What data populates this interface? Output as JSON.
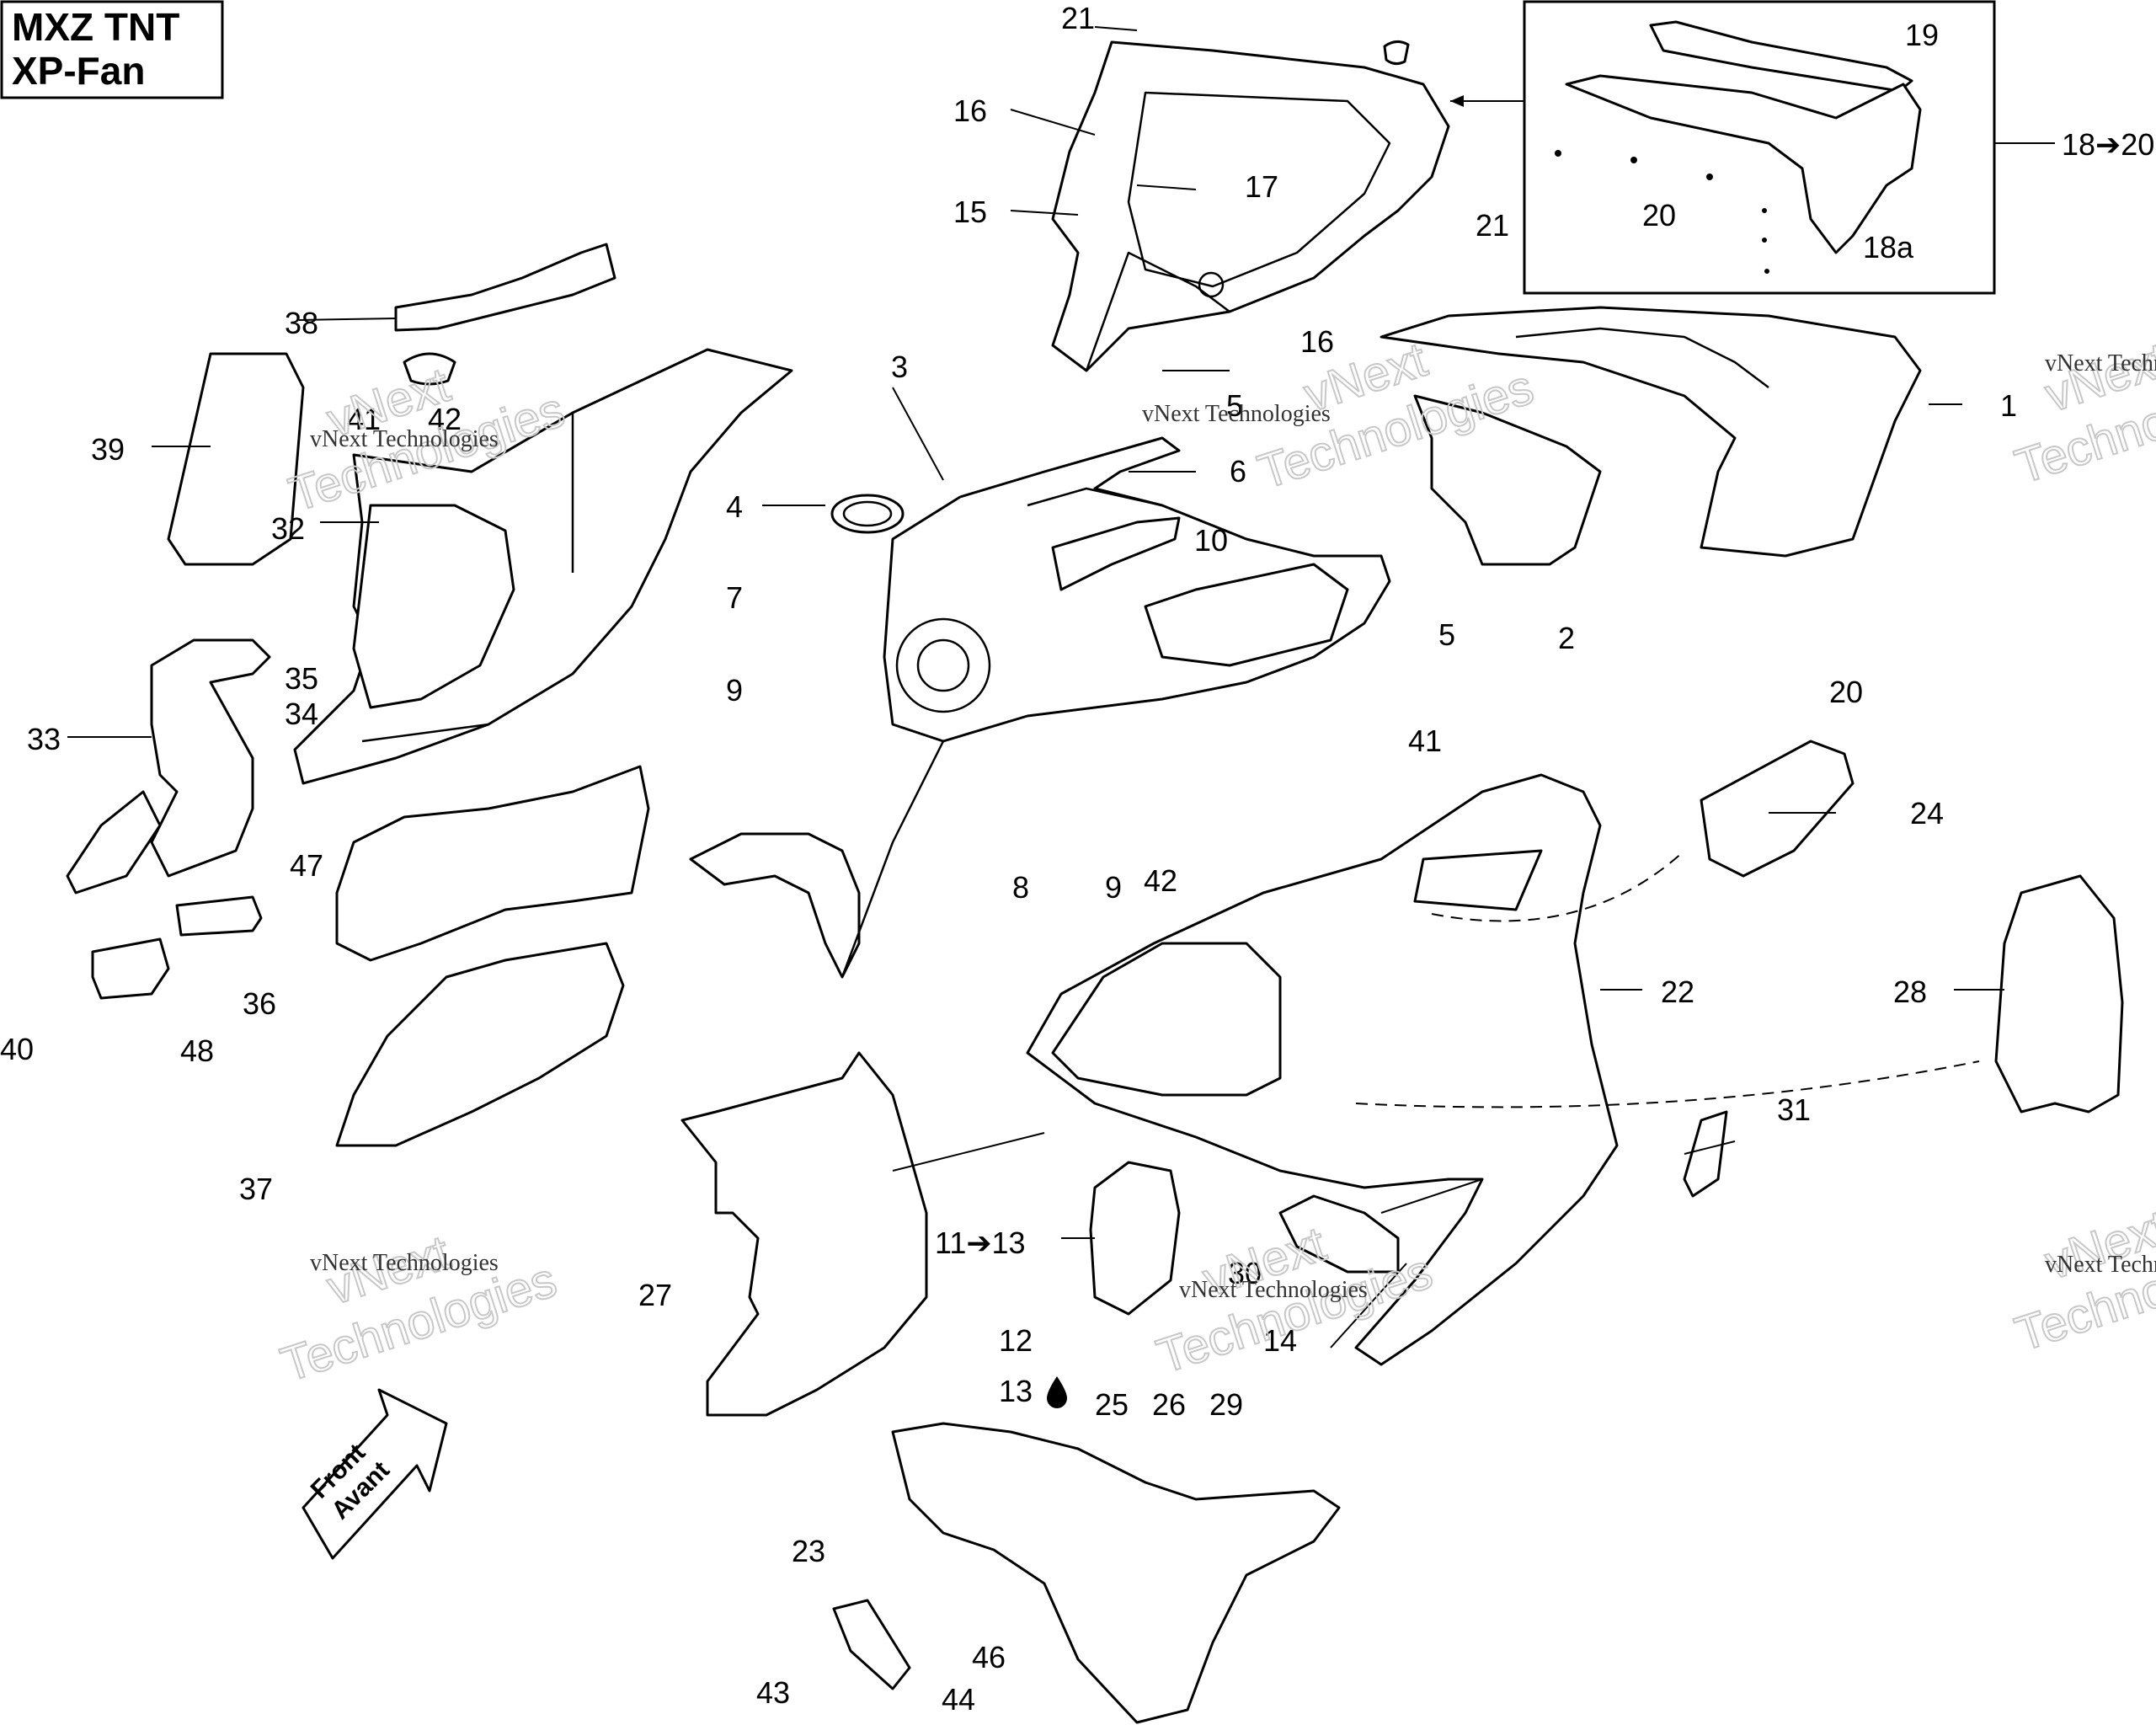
{
  "model_box": {
    "line1": "MXZ TNT",
    "line2": "XP-Fan"
  },
  "front_arrow": {
    "line1": "Front",
    "line2": "Avant"
  },
  "watermark": {
    "line1": "vNext",
    "line2": "Technologies",
    "small": "vNext Technologies"
  },
  "callouts": {
    "c1": "1",
    "c2": "2",
    "c3": "3",
    "c4": "4",
    "c5a": "5",
    "c5b": "5",
    "c6": "6",
    "c7": "7",
    "c8": "8",
    "c9a": "9",
    "c9b": "9",
    "c10": "10",
    "c11": "11➔13",
    "c12": "12",
    "c13": "13",
    "c14": "14",
    "c15": "15",
    "c16a": "16",
    "c16b": "16",
    "c17": "17",
    "c18": "18➔20",
    "c18a": "18a",
    "c19": "19",
    "c20a": "20",
    "c20b": "20",
    "c21a": "21",
    "c21b": "21",
    "c22": "22",
    "c23": "23",
    "c24": "24",
    "c25": "25",
    "c26": "26",
    "c27": "27",
    "c28": "28",
    "c29": "29",
    "c30": "30",
    "c31": "31",
    "c32": "32",
    "c33": "33",
    "c34": "34",
    "c35": "35",
    "c36": "36",
    "c37": "37",
    "c38": "38",
    "c39": "39",
    "c40": "40",
    "c41a": "41",
    "c41b": "41",
    "c42a": "42",
    "c42b": "42",
    "c43": "43",
    "c44": "44",
    "c46": "46",
    "c47": "47",
    "c48": "48"
  }
}
